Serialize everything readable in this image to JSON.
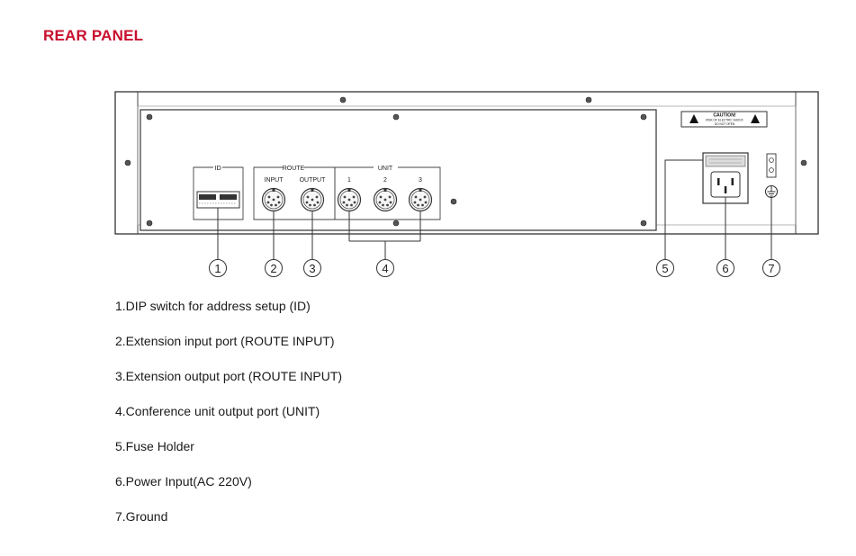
{
  "page": {
    "title": "REAR PANEL",
    "accent_color": "#c8102e"
  },
  "panel": {
    "groups": {
      "id": "ID",
      "route": "ROUTE",
      "unit": "UNIT"
    },
    "port_labels": {
      "route_input": "INPUT",
      "route_output": "OUTPUT",
      "unit_1": "1",
      "unit_2": "2",
      "unit_3": "3"
    },
    "caution": {
      "title": "CAUTION!",
      "line1": "RISK OF ELECTRIC SHOCK",
      "line2": "DO NOT OPEN"
    }
  },
  "callouts": [
    "1",
    "2",
    "3",
    "4",
    "5",
    "6",
    "7"
  ],
  "legend": [
    "1.DIP switch for address setup (ID)",
    "2.Extension input port (ROUTE INPUT)",
    "3.Extension output port (ROUTE INPUT)",
    "4.Conference unit output port (UNIT)",
    "5.Fuse Holder",
    "6.Power Input(AC 220V)",
    "7.Ground"
  ]
}
